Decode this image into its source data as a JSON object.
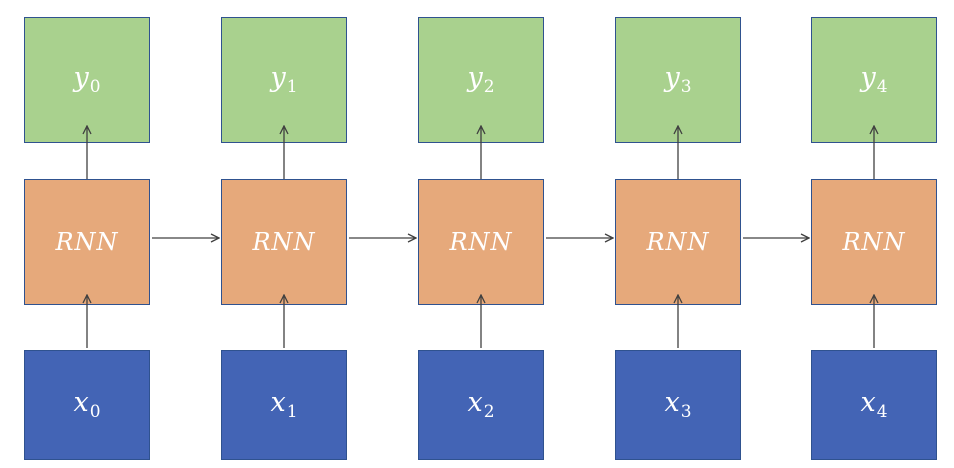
{
  "columns": [
    {
      "y_var": "y",
      "y_sub": "0",
      "rnn": "RNN",
      "x_var": "x",
      "x_sub": "0"
    },
    {
      "y_var": "y",
      "y_sub": "1",
      "rnn": "RNN",
      "x_var": "x",
      "x_sub": "1"
    },
    {
      "y_var": "y",
      "y_sub": "2",
      "rnn": "RNN",
      "x_var": "x",
      "x_sub": "2"
    },
    {
      "y_var": "y",
      "y_sub": "3",
      "rnn": "RNN",
      "x_var": "x",
      "x_sub": "3"
    },
    {
      "y_var": "y",
      "y_sub": "4",
      "rnn": "RNN",
      "x_var": "x",
      "x_sub": "4"
    }
  ],
  "colors": {
    "output": "#a9d18e",
    "rnn": "#e6a97b",
    "input": "#4364b5",
    "border": "#2f528f",
    "arrow": "#404040"
  }
}
